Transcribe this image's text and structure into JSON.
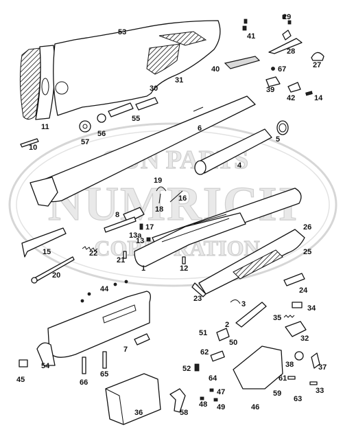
{
  "watermark": {
    "line1": "GUN PARTS",
    "line2": "NUMRICH",
    "line3": "CORPORATION"
  },
  "callouts": {
    "p53": "53",
    "p29": "29",
    "p41": "41",
    "p28": "28",
    "p27": "27",
    "p40": "40",
    "p67": "67",
    "p31": "31",
    "p30": "30",
    "p39": "39",
    "p42": "42",
    "p14": "14",
    "p11": "11",
    "p56": "56",
    "p55": "55",
    "p6": "6",
    "p57": "57",
    "p5": "5",
    "p10": "10",
    "p4": "4",
    "p19": "19",
    "p16": "16",
    "p18": "18",
    "p8": "8",
    "p17": "17",
    "p13a": "13a",
    "p13": "13",
    "p26": "26",
    "p15": "15",
    "p22": "22",
    "p21": "21",
    "p1": "1",
    "p12": "12",
    "p25": "25",
    "p20": "20",
    "p44": "44",
    "p24": "24",
    "p23": "23",
    "p3": "3",
    "p34": "34",
    "p2": "2",
    "p35": "35",
    "p51": "51",
    "p50": "50",
    "p32": "32",
    "p7": "7",
    "p62": "62",
    "p52": "52",
    "p64": "64",
    "p38": "38",
    "p37": "37",
    "p45": "45",
    "p54": "54",
    "p66": "66",
    "p65": "65",
    "p61": "61",
    "p47": "47",
    "p59": "59",
    "p63": "63",
    "p33": "33",
    "p48": "48",
    "p49": "49",
    "p46": "46",
    "p36": "36",
    "p58": "58"
  }
}
